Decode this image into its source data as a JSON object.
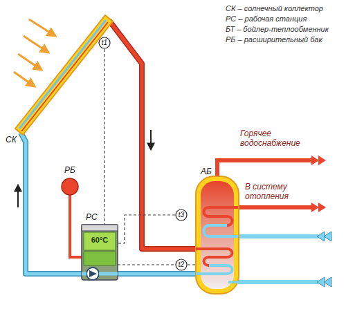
{
  "diagram": {
    "nodes": [
      {
        "text": [
          "t1"
        ]
      },
      {
        "text": [
          "РБ"
        ]
      },
      {
        "text": [
          "t3"
        ]
      },
      {
        "text": [
          "РС",
          "60°C"
        ]
      },
      {
        "text": [
          "АБ"
        ]
      },
      {
        "text": [
          "t2"
        ]
      }
    ],
    "edges": [
      {
        "from": 0,
        "to": 3,
        "arrow": "none"
      },
      {
        "from": 1,
        "to": 3,
        "arrow": "none"
      },
      {
        "from": 2,
        "to": 3,
        "arrow": "none"
      },
      {
        "from": 3,
        "to": 5,
        "arrow": "none"
      },
      {
        "from": 5,
        "to": 4,
        "arrow": "none"
      }
    ],
    "labels": [
      "СК – солнечный коллектор",
      "РС – рабочая станция",
      "БТ – бойлер-теплообменник",
      "РБ – расширительный бак",
      "СК",
      "Горячее водоснабжение",
      "В систему отопления"
    ]
  }
}
